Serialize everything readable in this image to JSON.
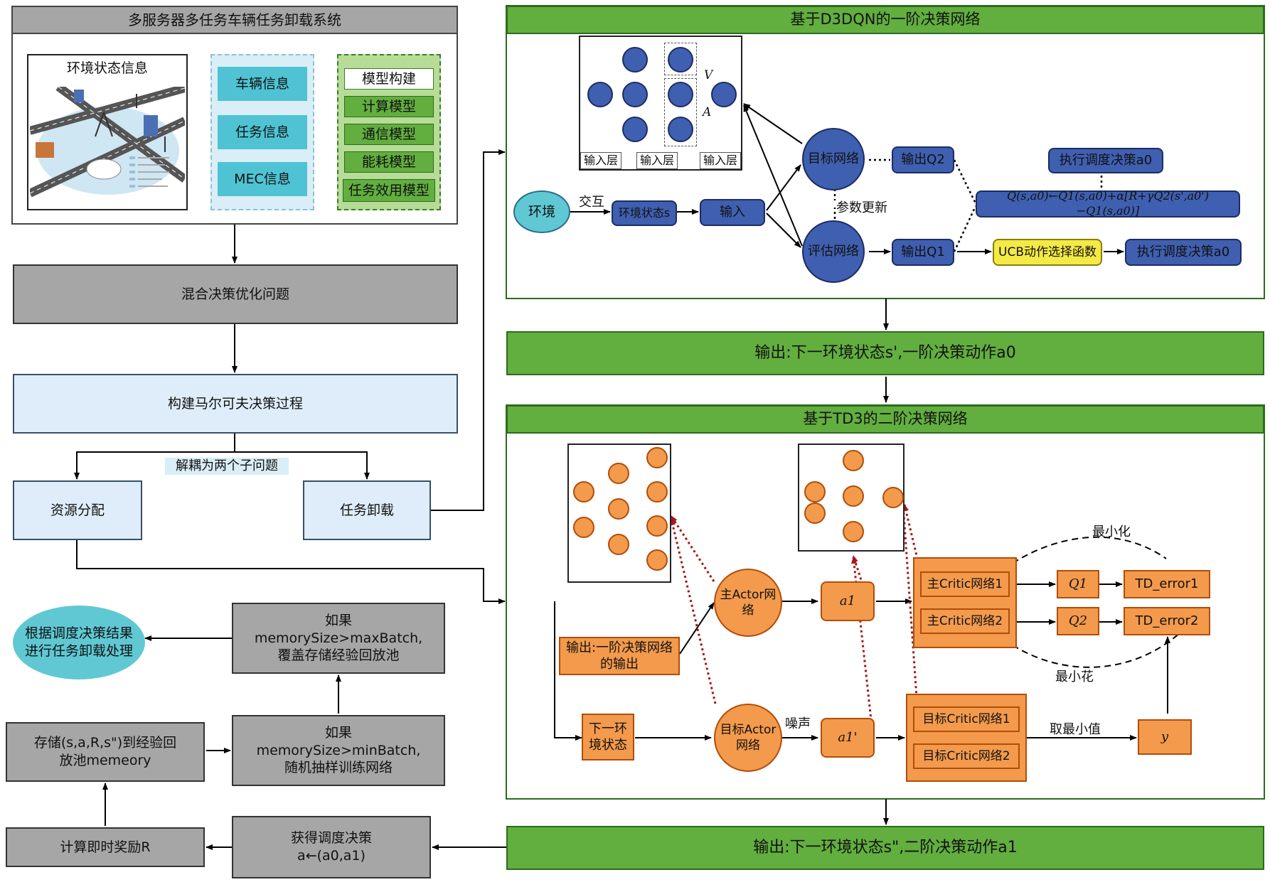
{
  "system": {
    "title": "多服务器多任务车辆任务卸载系统",
    "env_label": "环境状态信息",
    "info_items": [
      "车辆信息",
      "任务信息",
      "MEC信息"
    ],
    "model_items": [
      "模型构建",
      "计算模型",
      "通信模型",
      "能耗模型",
      "任务效用模型"
    ]
  },
  "left_flow": {
    "problem": "混合决策优化问题",
    "mdp": "构建马尔可夫决策过程",
    "decouple": "解耦为两个子问题",
    "resource": "资源分配",
    "offload": "任务卸载"
  },
  "d3dqn": {
    "title": "基于D3DQN的一阶决策网络",
    "v_label": "V",
    "a_label": "A",
    "layer_labels": [
      "输入层",
      "输入层",
      "输入层"
    ],
    "env": "环境",
    "interact": "交互",
    "state": "环境状态s",
    "input": "输入",
    "target_net": "目标网络",
    "eval_net": "评估网络",
    "param_update": "参数更新",
    "out_q2": "输出Q2",
    "out_q1": "输出Q1",
    "exec_top": "执行调度决策a0",
    "formula": "Q(s,a0)←Q1(s,a0)+α[R+γQ2(s',a0')−Q1(s,a0)]",
    "ucb": "UCB动作选择函数",
    "exec_bottom": "执行调度决策a0",
    "output": "输出:下一环境状态s',一阶决策动作a0"
  },
  "td3": {
    "title": "基于TD3的二阶决策网络",
    "main_actor": "主Actor网络",
    "target_actor": "目标Actor网络",
    "first_output": "输出:一阶决策网络的输出",
    "next_state": "下一环境状态",
    "a1": "a1",
    "a1p": "a1'",
    "noise": "噪声",
    "critic1": "主Critic网络1",
    "critic2": "主Critic网络2",
    "tcritic1": "目标Critic网络1",
    "tcritic2": "目标Critic网络2",
    "q1": "Q1",
    "q2": "Q2",
    "td1": "TD_error1",
    "td2": "TD_error2",
    "minimize_top": "最小化",
    "minimize_bottom": "最小花",
    "take_min": "取最小值",
    "y": "y",
    "output": "输出:下一环境状态s\",二阶决策动作a1"
  },
  "bottom_flow": {
    "result": "根据调度决策结果进行任务卸载处理",
    "if_max": "如果memorySize>maxBatch,覆盖存储经验回放池",
    "if_min": "如果memorySize>minBatch,随机抽样训练网络",
    "store": "存储(s,a,R,s\")到经验回放池memeory",
    "reward": "计算即时奖励R",
    "decision": "获得调度决策a←(a0,a1)"
  }
}
